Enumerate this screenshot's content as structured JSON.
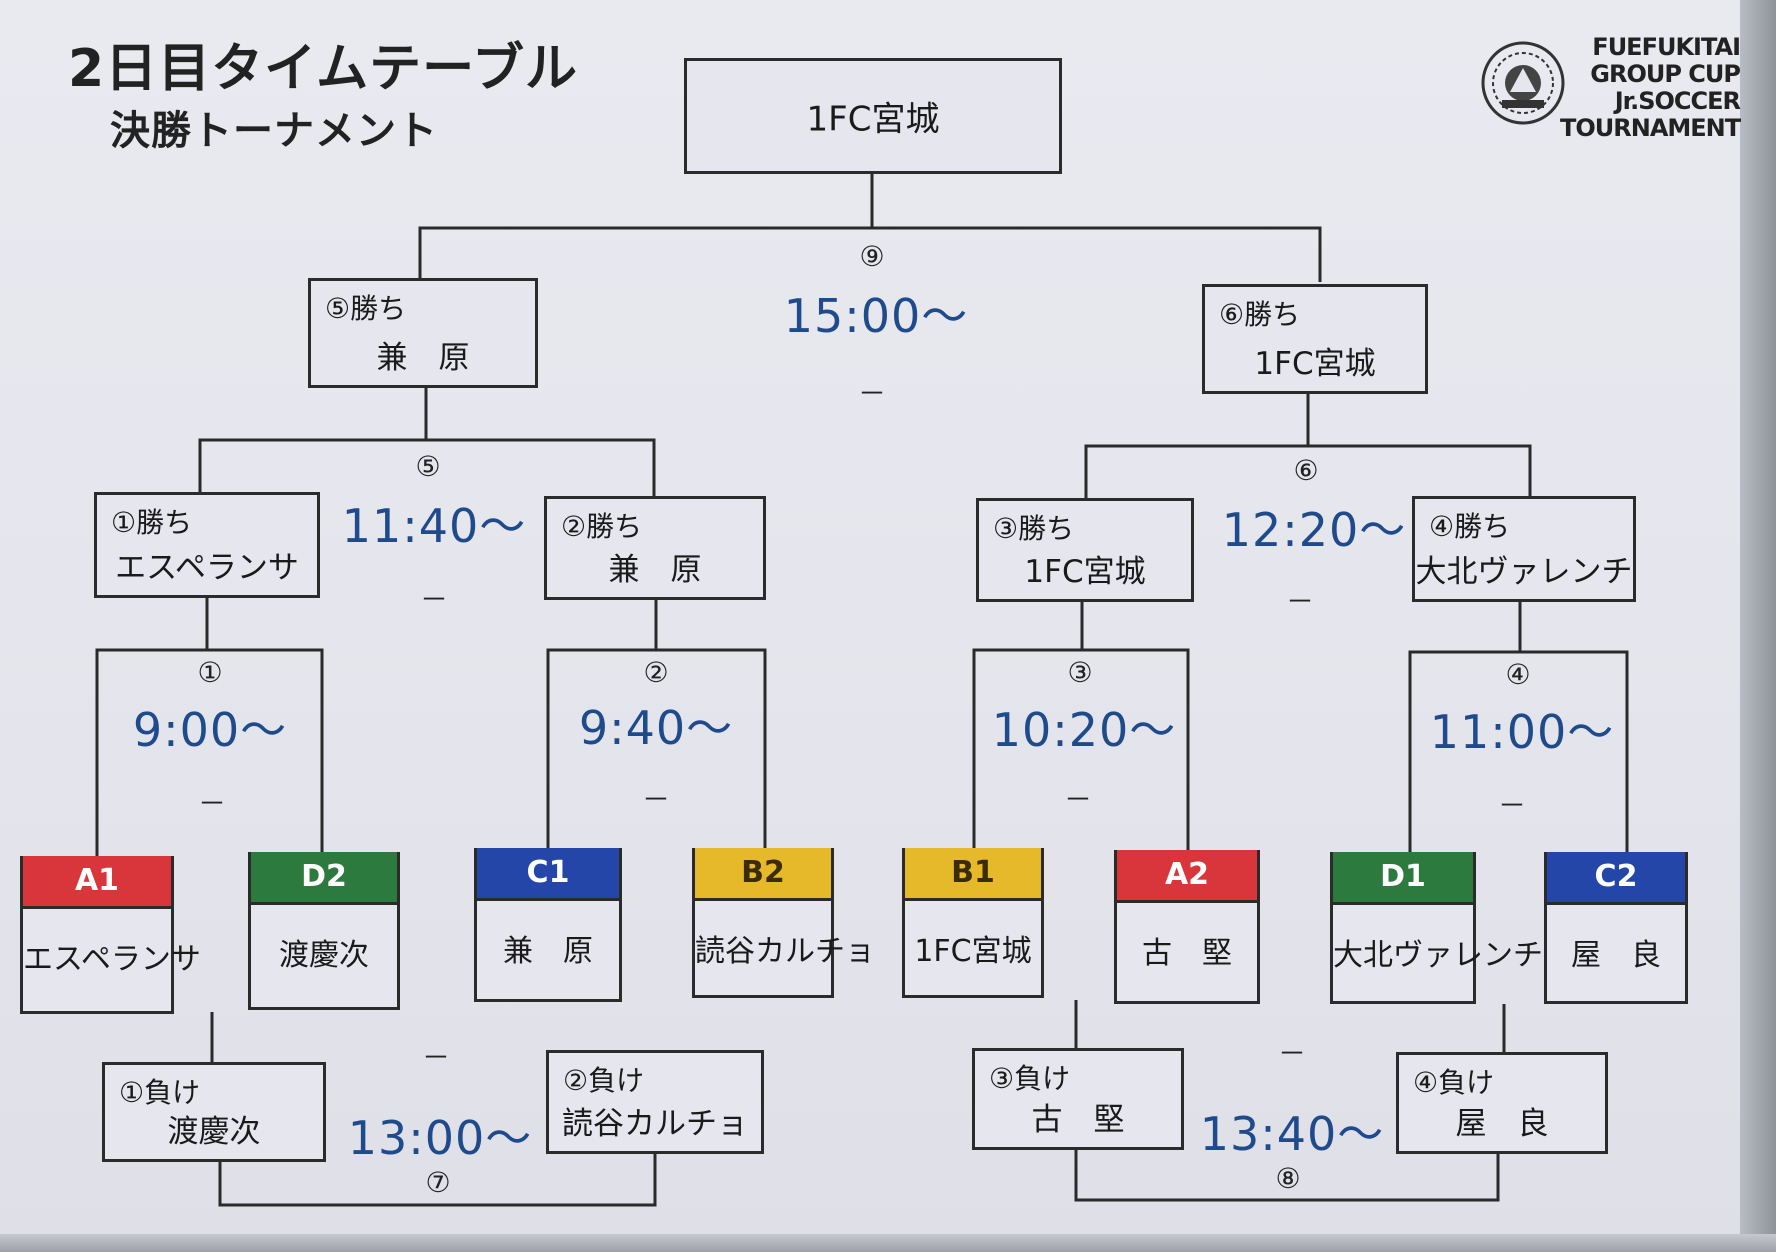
{
  "header": {
    "title": "2日目タイムテーブル",
    "subtitle": "決勝トーナメント"
  },
  "logo": {
    "icon": "tournament-emblem-icon",
    "lines": [
      "FUEFUKITAI",
      "GROUP CUP",
      "Jr.SOCCER",
      "TOURNAMENT"
    ]
  },
  "colors": {
    "A": "#d8363a",
    "B": "#e6b92a",
    "C": "#2346a8",
    "D": "#2d7a3e",
    "time_text": "#1f4a8c"
  },
  "champion": {
    "team": "1FC宮城"
  },
  "semifinal_winners": {
    "left": {
      "tag": "⑤勝ち",
      "team": "兼　原"
    },
    "right": {
      "tag": "⑥勝ち",
      "team": "1FC宮城"
    }
  },
  "qf_winners": [
    {
      "tag": "①勝ち",
      "team": "エスペランサ"
    },
    {
      "tag": "②勝ち",
      "team": "兼　原"
    },
    {
      "tag": "③勝ち",
      "team": "1FC宮城"
    },
    {
      "tag": "④勝ち",
      "team": "大北ヴァレンチ"
    }
  ],
  "matches": {
    "m1": {
      "num": "①",
      "time": "9:00～",
      "score": "－"
    },
    "m2": {
      "num": "②",
      "time": "9:40～",
      "score": "－"
    },
    "m3": {
      "num": "③",
      "time": "10:20～",
      "score": "－"
    },
    "m4": {
      "num": "④",
      "time": "11:00～",
      "score": "－"
    },
    "m5": {
      "num": "⑤",
      "time": "11:40～",
      "score": "－"
    },
    "m6": {
      "num": "⑥",
      "time": "12:20～",
      "score": "－"
    },
    "m7": {
      "num": "⑦",
      "time": "13:00～",
      "score": "－"
    },
    "m8": {
      "num": "⑧",
      "time": "13:40～",
      "score": "－"
    },
    "m9": {
      "num": "⑨",
      "time": "15:00～",
      "score": "－"
    }
  },
  "seeds": [
    {
      "code": "A1",
      "group": "A",
      "team": "エスペランサ"
    },
    {
      "code": "D2",
      "group": "D",
      "team": "渡慶次"
    },
    {
      "code": "C1",
      "group": "C",
      "team": "兼　原"
    },
    {
      "code": "B2",
      "group": "B",
      "team": "読谷カルチョ"
    },
    {
      "code": "B1",
      "group": "B",
      "team": "1FC宮城"
    },
    {
      "code": "A2",
      "group": "A",
      "team": "古　堅"
    },
    {
      "code": "D1",
      "group": "D",
      "team": "大北ヴァレンチ"
    },
    {
      "code": "C2",
      "group": "C",
      "team": "屋　良"
    }
  ],
  "losers": [
    {
      "tag": "①負け",
      "team": "渡慶次"
    },
    {
      "tag": "②負け",
      "team": "読谷カルチョ"
    },
    {
      "tag": "③負け",
      "team": "古　堅"
    },
    {
      "tag": "④負け",
      "team": "屋　良"
    }
  ]
}
